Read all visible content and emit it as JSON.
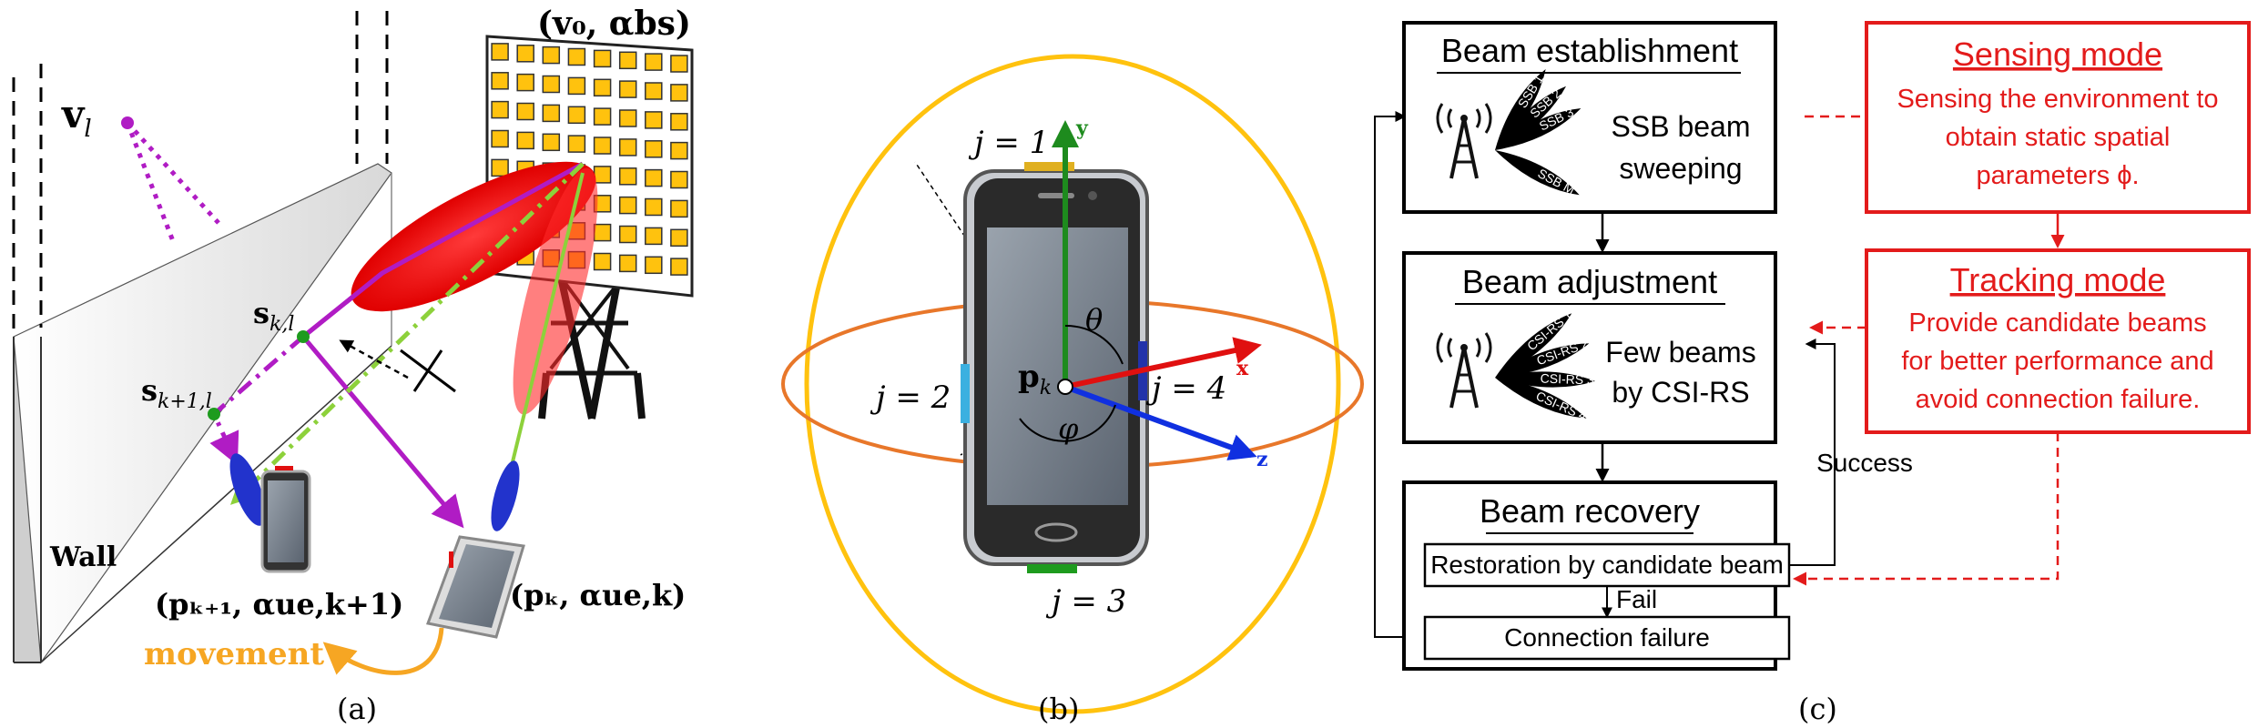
{
  "panel_a": {
    "caption": "(a)",
    "wall_label": "Wall",
    "movement_label": "movement",
    "vl_label": "v",
    "vl_sub": "l",
    "bs_label": "(v₀, αbs)",
    "s_k_l": "s",
    "s_k_l_sub": "k,l",
    "s_k1_l": "s",
    "s_k1_l_sub": "k+1,l",
    "ue_k1_label": "(pₖ₊₁, αue,k+1)",
    "ue_k_label": "(pₖ, αue,k)"
  },
  "panel_b": {
    "caption": "(b)",
    "j1": "j = 1",
    "j2": "j = 2",
    "j3": "j = 3",
    "j4": "j = 4",
    "x": "x",
    "y": "y",
    "z": "z",
    "theta": "θ",
    "phi": "φ",
    "pk": "p",
    "pk_sub": "k"
  },
  "panel_c": {
    "caption": "(c)",
    "beam_establishment": {
      "title": "Beam establishment",
      "desc_line1": "SSB beam",
      "desc_line2": "sweeping",
      "beams": [
        "SSB 1",
        "SSB 2",
        "SSB 3",
        "SSB M"
      ]
    },
    "beam_adjustment": {
      "title": "Beam adjustment",
      "desc_line1": "Few beams",
      "desc_line2": "by CSI-RS",
      "beams": [
        "CSI-RS 1",
        "CSI-RS 2",
        "CSI-RS 3",
        "CSI-RS 4"
      ]
    },
    "beam_recovery": {
      "title": "Beam recovery",
      "restoration": "Restoration by candidate beam",
      "fail": "Fail",
      "connection_failure": "Connection failure"
    },
    "success": "Success",
    "sensing_mode": {
      "title": "Sensing mode",
      "line1": "Sensing the environment to",
      "line2": "obtain static spatial",
      "line3": "parameters ϕ."
    },
    "tracking_mode": {
      "title": "Tracking mode",
      "line1": "Provide candidate beams",
      "line2": "for better performance and",
      "line3": "avoid connection failure."
    },
    "colors": {
      "red": "#e31b1b",
      "black": "#000000"
    }
  },
  "colors": {
    "magenta": "#b01cc4",
    "green_dashed": "#8dd13b",
    "red_beam": "#ff1a1a",
    "blue_beam": "#2233cc",
    "yellow_panel": "#ffc20e",
    "orange": "#f6a623",
    "axis_green": "#1e8b1e",
    "axis_red": "#e01010",
    "axis_blue": "#1030e0"
  }
}
